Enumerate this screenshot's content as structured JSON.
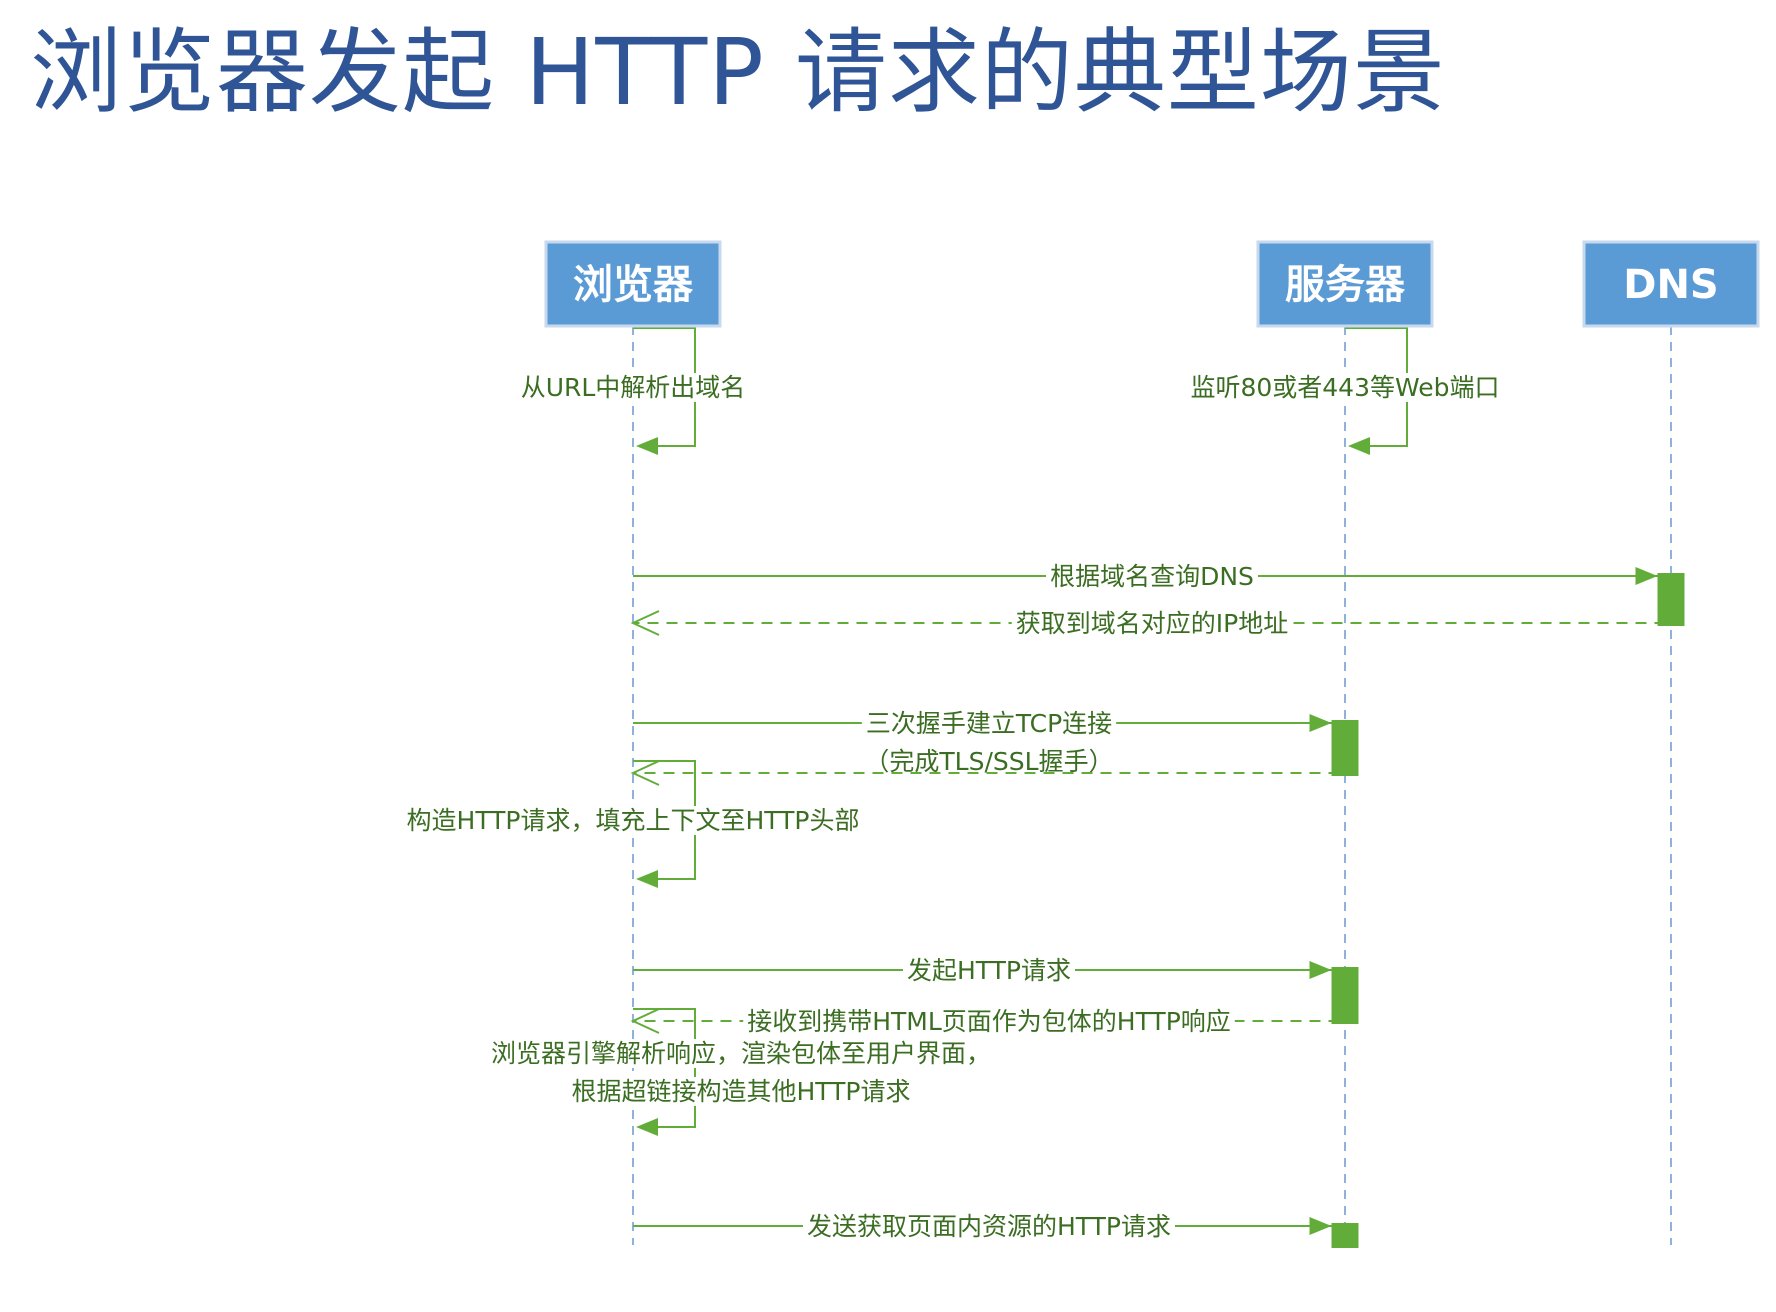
{
  "title": "浏览器发起 HTTP 请求的典型场景",
  "actors": [
    {
      "id": "browser",
      "label": "浏览器"
    },
    {
      "id": "server",
      "label": "服务器"
    },
    {
      "id": "dns",
      "label": "DNS"
    }
  ],
  "messages": [
    {
      "type": "self",
      "from": "browser",
      "lines": [
        "从URL中解析出域名"
      ]
    },
    {
      "type": "self",
      "from": "server",
      "lines": [
        "监听80或者443等Web端口"
      ]
    },
    {
      "type": "call",
      "from": "browser",
      "to": "dns",
      "lines": [
        "根据域名查询DNS"
      ]
    },
    {
      "type": "return",
      "from": "dns",
      "to": "browser",
      "lines": [
        "获取到域名对应的IP地址"
      ]
    },
    {
      "type": "call",
      "from": "browser",
      "to": "server",
      "lines": [
        "三次握手建立TCP连接",
        "（完成TLS/SSL握手）"
      ]
    },
    {
      "type": "return",
      "from": "server",
      "to": "browser",
      "lines": []
    },
    {
      "type": "self",
      "from": "browser",
      "lines": [
        "构造HTTP请求，填充上下文至HTTP头部"
      ]
    },
    {
      "type": "call",
      "from": "browser",
      "to": "server",
      "lines": [
        "发起HTTP请求"
      ]
    },
    {
      "type": "return",
      "from": "server",
      "to": "browser",
      "lines": [
        "接收到携带HTML页面作为包体的HTTP响应"
      ]
    },
    {
      "type": "self",
      "from": "browser",
      "lines": [
        "浏览器引擎解析响应，渲染包体至用户界面，",
        "根据超链接构造其他HTTP请求"
      ]
    },
    {
      "type": "call",
      "from": "browser",
      "to": "server",
      "lines": [
        "发送获取页面内资源的HTTP请求"
      ]
    }
  ],
  "colors": {
    "title": "#2f5597",
    "actor_fill": "#5b9bd5",
    "arrow": "#62ad3a",
    "label_text": "#3b6e22",
    "lifeline": "#8fb2dd"
  }
}
